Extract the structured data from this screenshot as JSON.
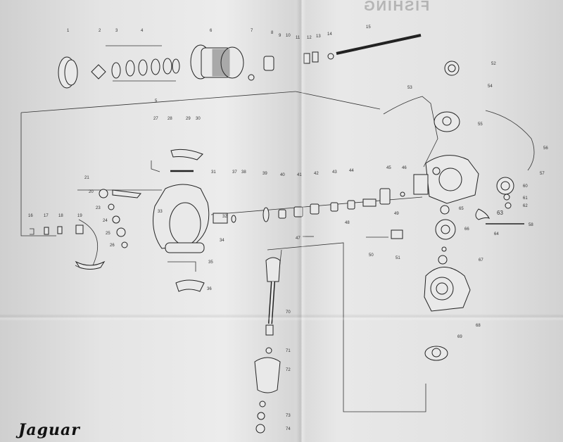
{
  "brand": "Jaguar",
  "bleed_through_text": "FISHING",
  "colors": {
    "ink": "#222222",
    "paper": "#e6e6e6"
  },
  "part_labels": [
    "1",
    "2",
    "3",
    "4",
    "5",
    "6",
    "7",
    "8",
    "9",
    "10",
    "11",
    "12",
    "13",
    "14",
    "15",
    "16",
    "17",
    "18",
    "19",
    "20",
    "21",
    "23",
    "24",
    "25",
    "26",
    "27",
    "28",
    "29",
    "30",
    "31",
    "32",
    "33",
    "34",
    "35",
    "36",
    "37",
    "38",
    "39",
    "40",
    "41",
    "42",
    "43",
    "44",
    "45",
    "46",
    "47",
    "48",
    "49",
    "50",
    "51",
    "52",
    "53",
    "54",
    "55",
    "56",
    "57",
    "58",
    "60",
    "61",
    "62",
    "63",
    "64",
    "65",
    "66",
    "67",
    "68",
    "69",
    "70",
    "71",
    "72",
    "73",
    "74"
  ]
}
